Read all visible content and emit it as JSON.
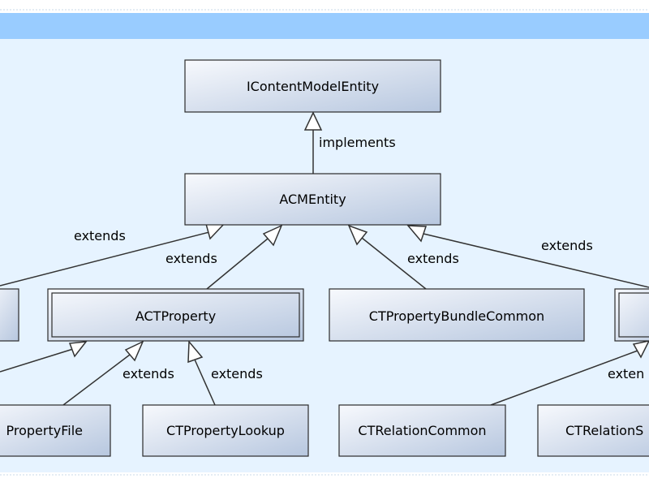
{
  "colors": {
    "header_bar": "#99ccff",
    "panel_background": "#e6f3ff",
    "panel_border": "#b8d4ec",
    "box_gradient_start": "#f6f8fc",
    "box_gradient_end": "#b9c8e0",
    "box_border": "#2b2b2b",
    "line": "#333333",
    "text": "#000000"
  },
  "nodes": {
    "icontentmodelentity": "IContentModelEntity",
    "acmentity": "ACMEntity",
    "actproperty": "ACTProperty",
    "ctpropertybundlecommon": "CTPropertyBundleCommon",
    "ctpropertyfile_partial": "PropertyFile",
    "ctpropertylookup": "CTPropertyLookup",
    "ctrelationcommon": "CTRelationCommon",
    "ctrelation_partial": "CTRelationS"
  },
  "edges": {
    "implements": "implements",
    "extends_left": "extends",
    "extends_actproperty": "extends",
    "extends_bundle": "extends",
    "extends_right": "extends",
    "extends_file": "extends",
    "extends_lookup": "extends",
    "extends_relation": "exten"
  }
}
